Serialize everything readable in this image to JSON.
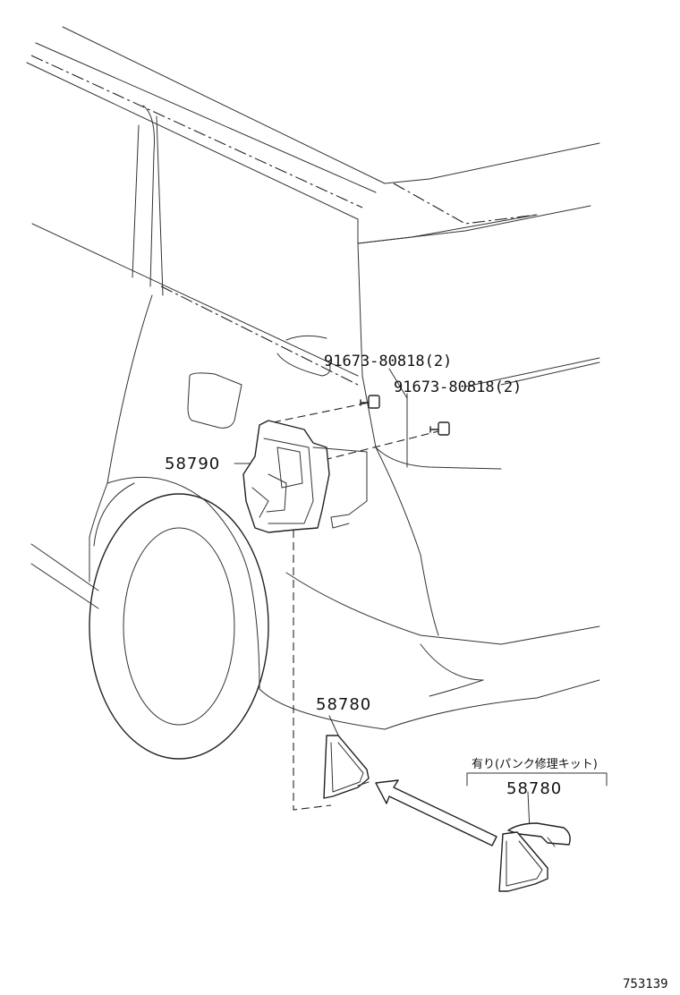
{
  "parts": {
    "bolt_upper": "91673-80818(2)",
    "bolt_lower": "91673-80818(2)",
    "bracket": "58790",
    "cover_main": "58780",
    "cover_option": "58780"
  },
  "option_note": "有り(パンク修理キット)",
  "diagram_code": "753139"
}
